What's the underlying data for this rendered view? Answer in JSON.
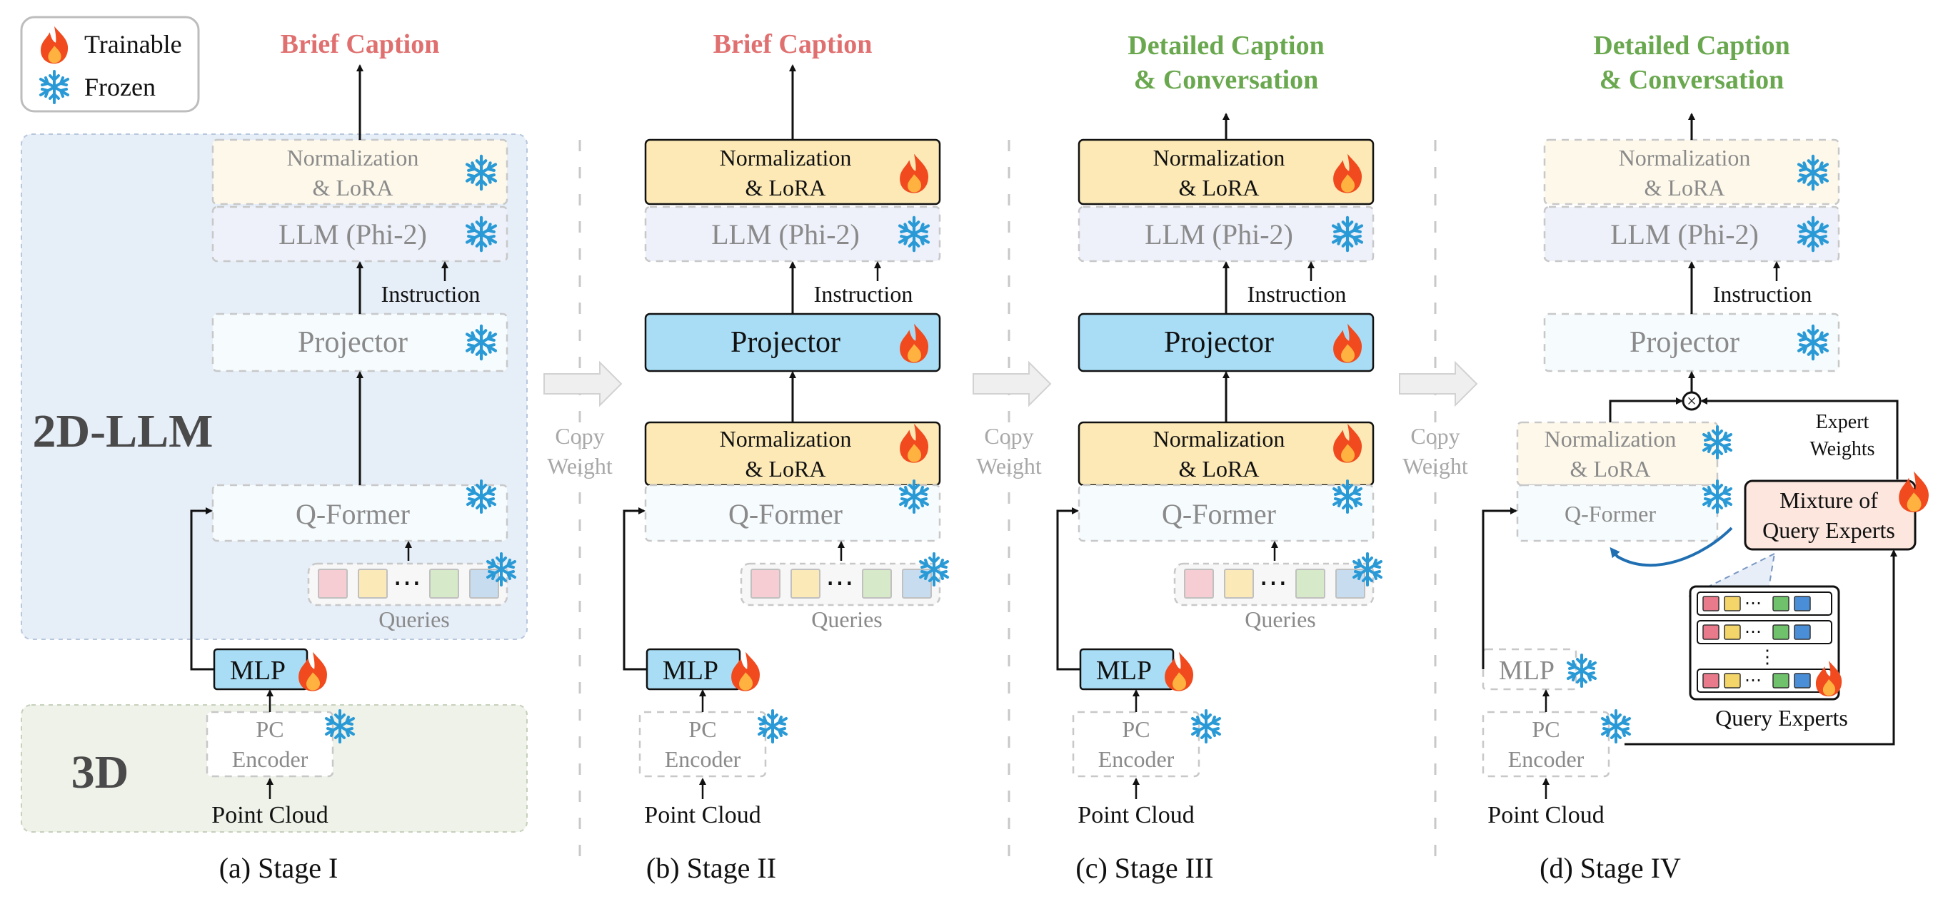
{
  "legend": {
    "trainable": "Trainable",
    "frozen": "Frozen"
  },
  "icons": {
    "trainable": "flame-icon",
    "frozen": "snowflake-icon"
  },
  "colors": {
    "brief_caption": "#E07070",
    "detailed_caption": "#6AA84F",
    "projector_active": "#A9DDF5",
    "norm_active": "#FCE9B6",
    "snow": "#2A9AD6",
    "fire": "#F04A1E"
  },
  "stages": [
    {
      "caption": "(a) Stage I",
      "output_lines": [
        "Brief Caption"
      ],
      "norm_top": "Normalization\n& LoRA",
      "llm": "LLM (Phi-2)",
      "instruction": "Instruction",
      "projector": "Projector",
      "qformer": "Q-Former",
      "queries": "Queries",
      "mlp": "MLP",
      "encoder": "PC\nEncoder",
      "input": "Point Cloud",
      "region_2d": "2D-LLM",
      "region_3d": "3D"
    },
    {
      "caption": "(b) Stage II",
      "output_lines": [
        "Brief Caption"
      ],
      "norm_top": "Normalization\n& LoRA",
      "llm": "LLM (Phi-2)",
      "instruction": "Instruction",
      "projector": "Projector",
      "norm_mid": "Normalization\n& LoRA",
      "qformer": "Q-Former",
      "queries": "Queries",
      "mlp": "MLP",
      "encoder": "PC\nEncoder",
      "input": "Point Cloud"
    },
    {
      "caption": "(c) Stage III",
      "output_lines": [
        "Detailed Caption",
        "& Conversation"
      ],
      "norm_top": "Normalization\n& LoRA",
      "llm": "LLM (Phi-2)",
      "instruction": "Instruction",
      "projector": "Projector",
      "norm_mid": "Normalization\n& LoRA",
      "qformer": "Q-Former",
      "queries": "Queries",
      "mlp": "MLP",
      "encoder": "PC\nEncoder",
      "input": "Point Cloud"
    },
    {
      "caption": "(d) Stage IV",
      "output_lines": [
        "Detailed Caption",
        "& Conversation"
      ],
      "norm_top": "Normalization\n& LoRA",
      "llm": "LLM (Phi-2)",
      "instruction": "Instruction",
      "projector": "Projector",
      "norm_mid": "Normalization\n& LoRA",
      "qformer": "Q-Former",
      "mlp": "MLP",
      "encoder": "PC\nEncoder",
      "input": "Point Cloud",
      "expert_weights": "Expert\nWeights",
      "moqe": "Mixture of\nQuery Experts",
      "query_experts": "Query Experts",
      "ellipsis": "⋮"
    }
  ],
  "copy_weight": "Copy\nWeight"
}
